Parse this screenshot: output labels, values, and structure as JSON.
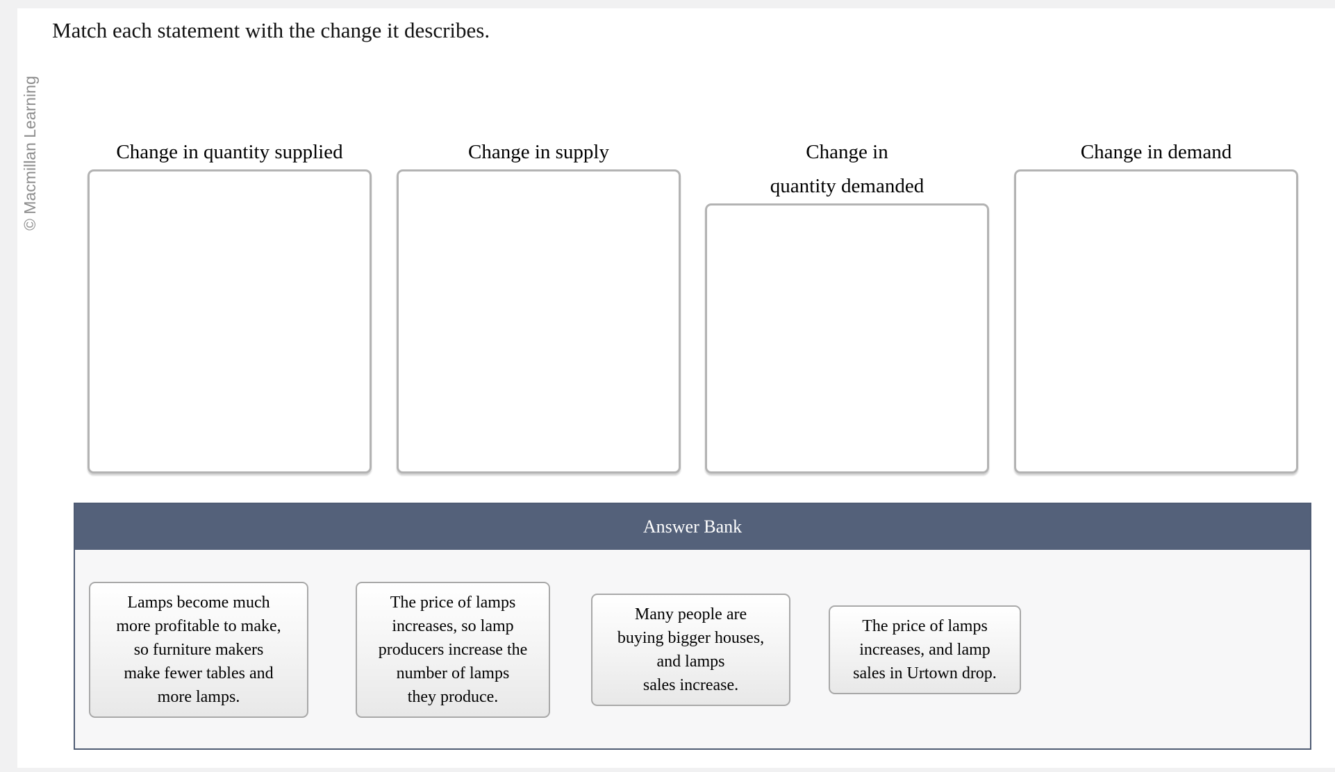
{
  "page": {
    "watermark": "© Macmillan Learning",
    "prompt": "Match each statement with the change it describes."
  },
  "columns": [
    {
      "label": "Change in quantity supplied"
    },
    {
      "label": "Change in supply"
    },
    {
      "label": "Change in\nquantity demanded"
    },
    {
      "label": "Change in demand"
    }
  ],
  "answer_bank": {
    "title": "Answer Bank",
    "cards": [
      {
        "text": "Lamps become much\nmore profitable to make,\nso furniture makers\nmake fewer tables and\nmore lamps."
      },
      {
        "text": "The price of lamps\nincreases, so lamp\nproducers increase the\nnumber of lamps\nthey produce."
      },
      {
        "text": "Many people are\nbuying bigger houses,\nand lamps\nsales increase."
      },
      {
        "text": "The price of lamps\nincreases, and lamp\nsales in Urtown drop."
      }
    ]
  },
  "colors": {
    "page_background": "#f1f1f2",
    "answer_bank_header": "#54617a",
    "answer_bank_border": "#4e5b73",
    "answer_bank_body": "#f7f7f8",
    "drop_box_border": "#b3b3b3",
    "watermark_text": "#8c8c8c"
  }
}
